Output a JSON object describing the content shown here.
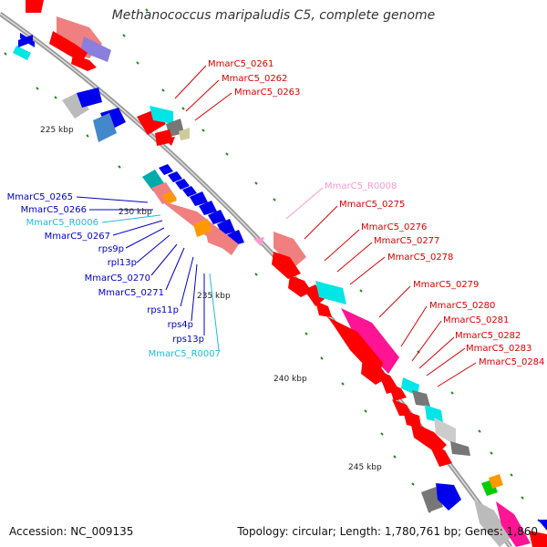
{
  "title": "Methanococcus maripaludis C5, complete genome",
  "footer": {
    "accession": "Accession: NC_009135",
    "summary": "Topology: circular; Length: 1,780,761 bp; Genes: 1,860"
  },
  "colors": {
    "backbone": "#999999",
    "tick": "#228822",
    "red": "#ff0000",
    "salmon": "#f08080",
    "blue": "#0000ee",
    "cyan": "#00e5e5",
    "magenta": "#ff1493",
    "gray": "#777777",
    "label_red": "#dd0000",
    "label_blue": "#0000cc",
    "label_cyan": "#22bbdd",
    "label_pink": "#ff99cc"
  },
  "ticks": [
    "225 kbp",
    "230 kbp",
    "235 kbp",
    "240 kbp",
    "245 kbp"
  ],
  "labels_red": [
    "MmarC5_0261",
    "MmarC5_0262",
    "MmarC5_0263",
    "MmarC5_0275",
    "MmarC5_0276",
    "MmarC5_0277",
    "MmarC5_0278",
    "MmarC5_0279",
    "MmarC5_0280",
    "MmarC5_0281",
    "MmarC5_0282",
    "MmarC5_0283",
    "MmarC5_0284"
  ],
  "labels_blue": [
    "MmarC5_0265",
    "MmarC5_0266",
    "MmarC5_0267",
    "rps9p",
    "rpl13p",
    "MmarC5_0270",
    "MmarC5_0271",
    "rps11p",
    "rps4p",
    "rps13p"
  ],
  "labels_cyan": [
    "MmarC5_R0006",
    "MmarC5_R0007"
  ],
  "labels_pink": [
    "MmarC5_R0008"
  ]
}
